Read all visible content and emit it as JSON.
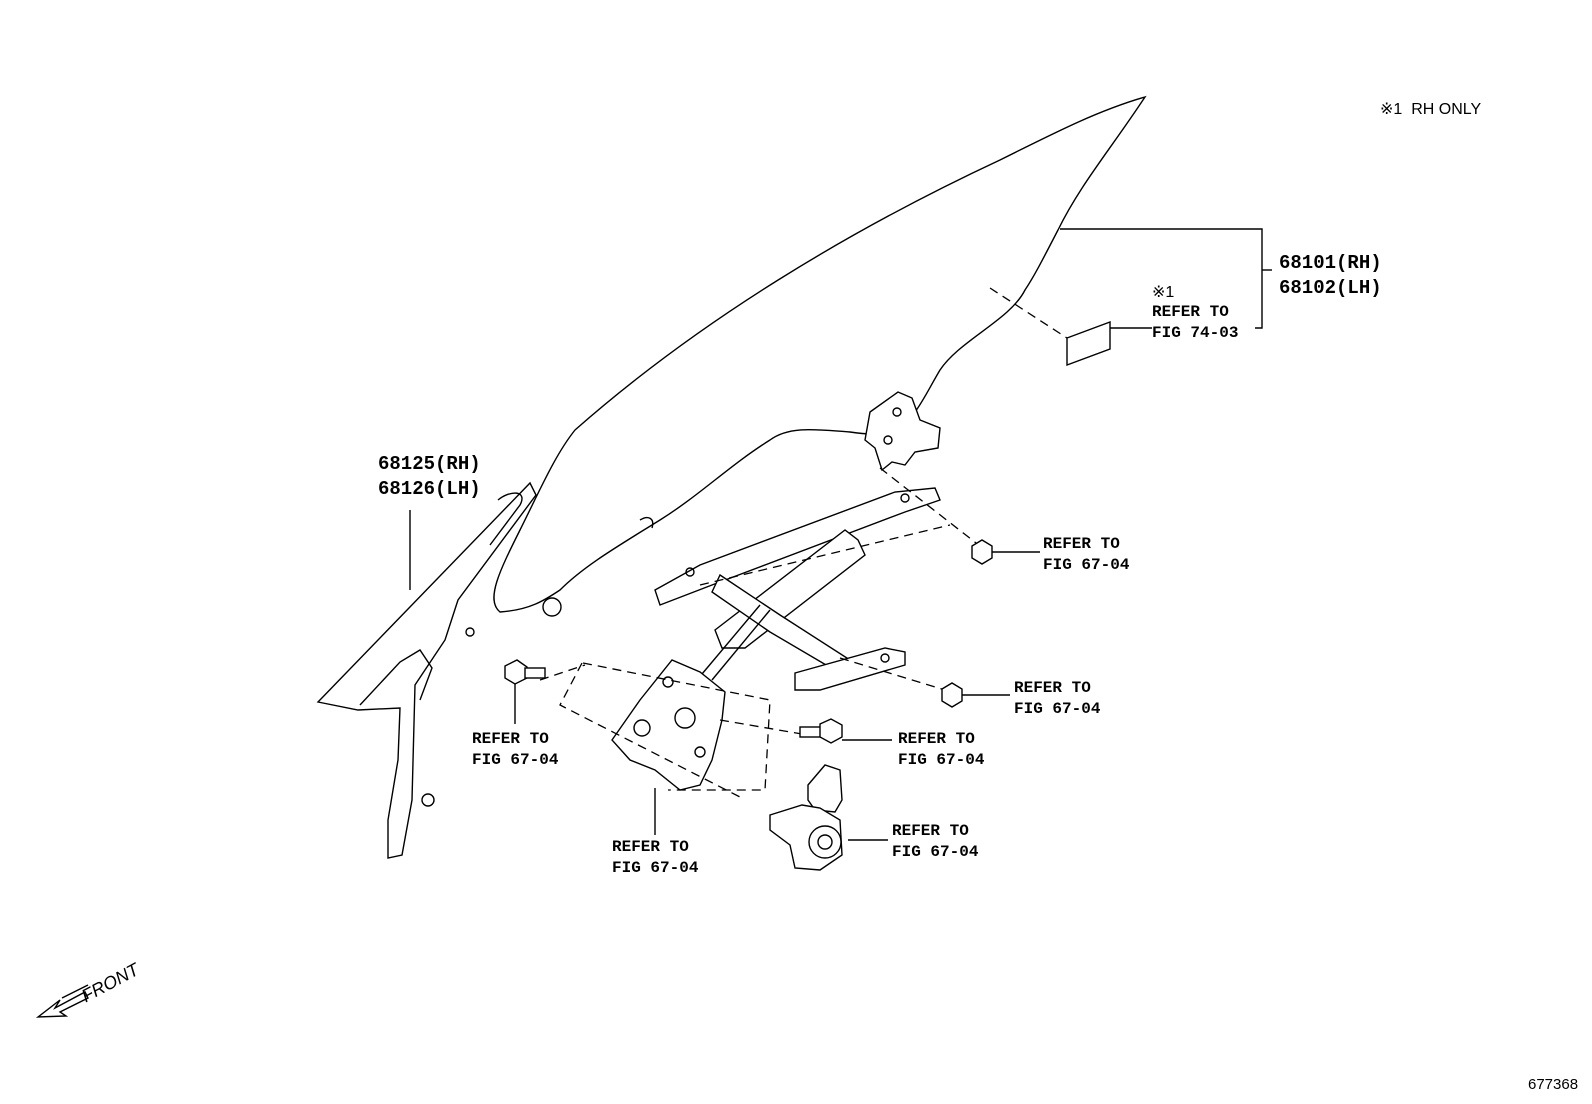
{
  "note": "※1  RH ONLY",
  "figure_number": "677368",
  "front_label": "FRONT",
  "parts": {
    "glass": {
      "line1": "68101(RH)",
      "line2": "68102(LH)"
    },
    "channel": {
      "line1": "68125(RH)",
      "line2": "68126(LH)"
    }
  },
  "refs": {
    "label_ref": {
      "mark": "※1",
      "line1": "REFER TO",
      "line2": "FIG 74-03"
    },
    "nut_upper": {
      "line1": "REFER TO",
      "line2": "FIG 67-04"
    },
    "nut_lower": {
      "line1": "REFER TO",
      "line2": "FIG 67-04"
    },
    "bolt_left": {
      "line1": "REFER TO",
      "line2": "FIG 67-04"
    },
    "bolt_right": {
      "line1": "REFER TO",
      "line2": "FIG 67-04"
    },
    "regulator": {
      "line1": "REFER TO",
      "line2": "FIG 67-04"
    },
    "motor": {
      "line1": "REFER TO",
      "line2": "FIG 67-04"
    }
  }
}
